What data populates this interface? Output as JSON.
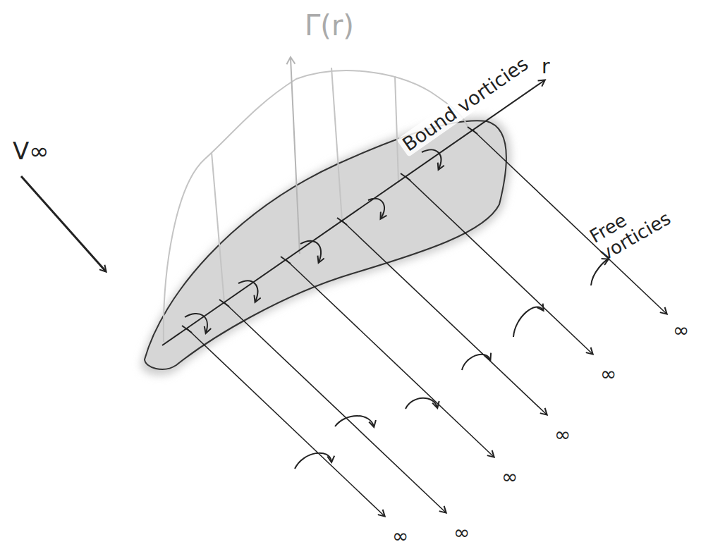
{
  "diagram": {
    "labels": [
      "V∞",
      "Γ(r)",
      "r",
      "Bound vorticies",
      "Free vorticies",
      "∞",
      "∞",
      "∞",
      "∞",
      "∞",
      "∞"
    ]
  }
}
